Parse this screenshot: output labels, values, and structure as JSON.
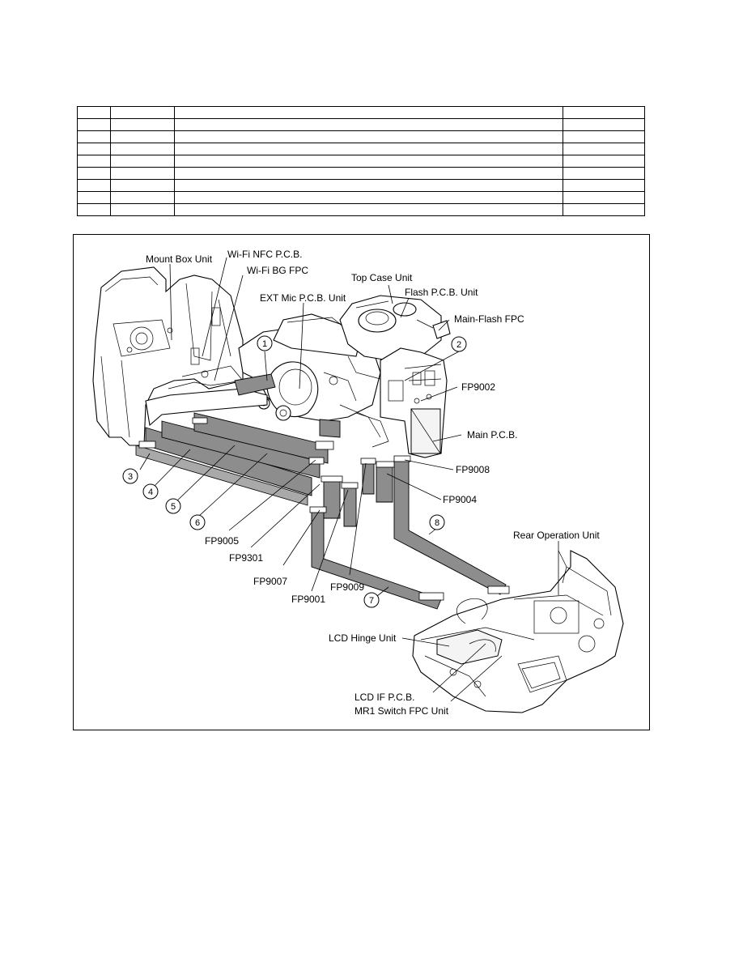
{
  "parts_table": {
    "rows": 9,
    "columns": 4
  },
  "labels": {
    "mount_box_unit": "Mount Box Unit",
    "wifi_nfc_pcb": "Wi-Fi NFC P.C.B.",
    "wifi_bg_fpc": "Wi-Fi BG FPC",
    "ext_mic_pcb_unit": "EXT Mic P.C.B. Unit",
    "top_case_unit": "Top Case Unit",
    "flash_pcb_unit": "Flash P.C.B. Unit",
    "main_flash_fpc": "Main-Flash FPC",
    "fp9002": "FP9002",
    "main_pcb": "Main P.C.B.",
    "fp9008": "FP9008",
    "fp9004": "FP9004",
    "rear_operation_unit": "Rear Operation Unit",
    "fp9005": "FP9005",
    "fp9301": "FP9301",
    "fp9007": "FP9007",
    "fp9001": "FP9001",
    "fp9009": "FP9009",
    "lcd_hinge_unit": "LCD Hinge Unit",
    "lcd_if_pcb": "LCD IF P.C.B.",
    "mr1_switch_fpc_unit": "MR1 Switch FPC Unit"
  },
  "callouts": [
    "1",
    "2",
    "3",
    "4",
    "5",
    "6",
    "7",
    "8"
  ]
}
